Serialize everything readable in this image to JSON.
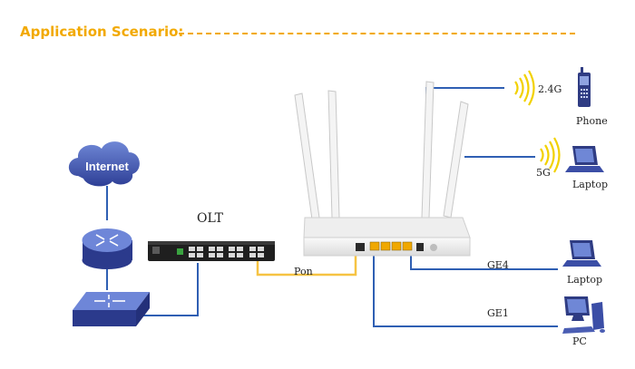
{
  "header": {
    "title": "Application Scenario:",
    "accent_color": "#f2a900"
  },
  "nodes": {
    "internet": "Internet",
    "router": {
      "icon": "router-icon"
    },
    "switch": {
      "icon": "switch-icon"
    },
    "olt": "OLT",
    "onu": {
      "icon": "wifi-router-icon"
    },
    "phone": "Phone",
    "laptop_wifi": "Laptop",
    "laptop_wired": "Laptop",
    "pc": "PC"
  },
  "links": {
    "wifi_24": "2.4G",
    "wifi_5": "5G",
    "pon": "Pon",
    "ge4": "GE4",
    "ge1": "GE1"
  },
  "colors": {
    "ethernet": "#2f5fb3",
    "fiber": "#f6c343",
    "wifi": "#f2d100",
    "network_icon": "#3b56b3"
  }
}
